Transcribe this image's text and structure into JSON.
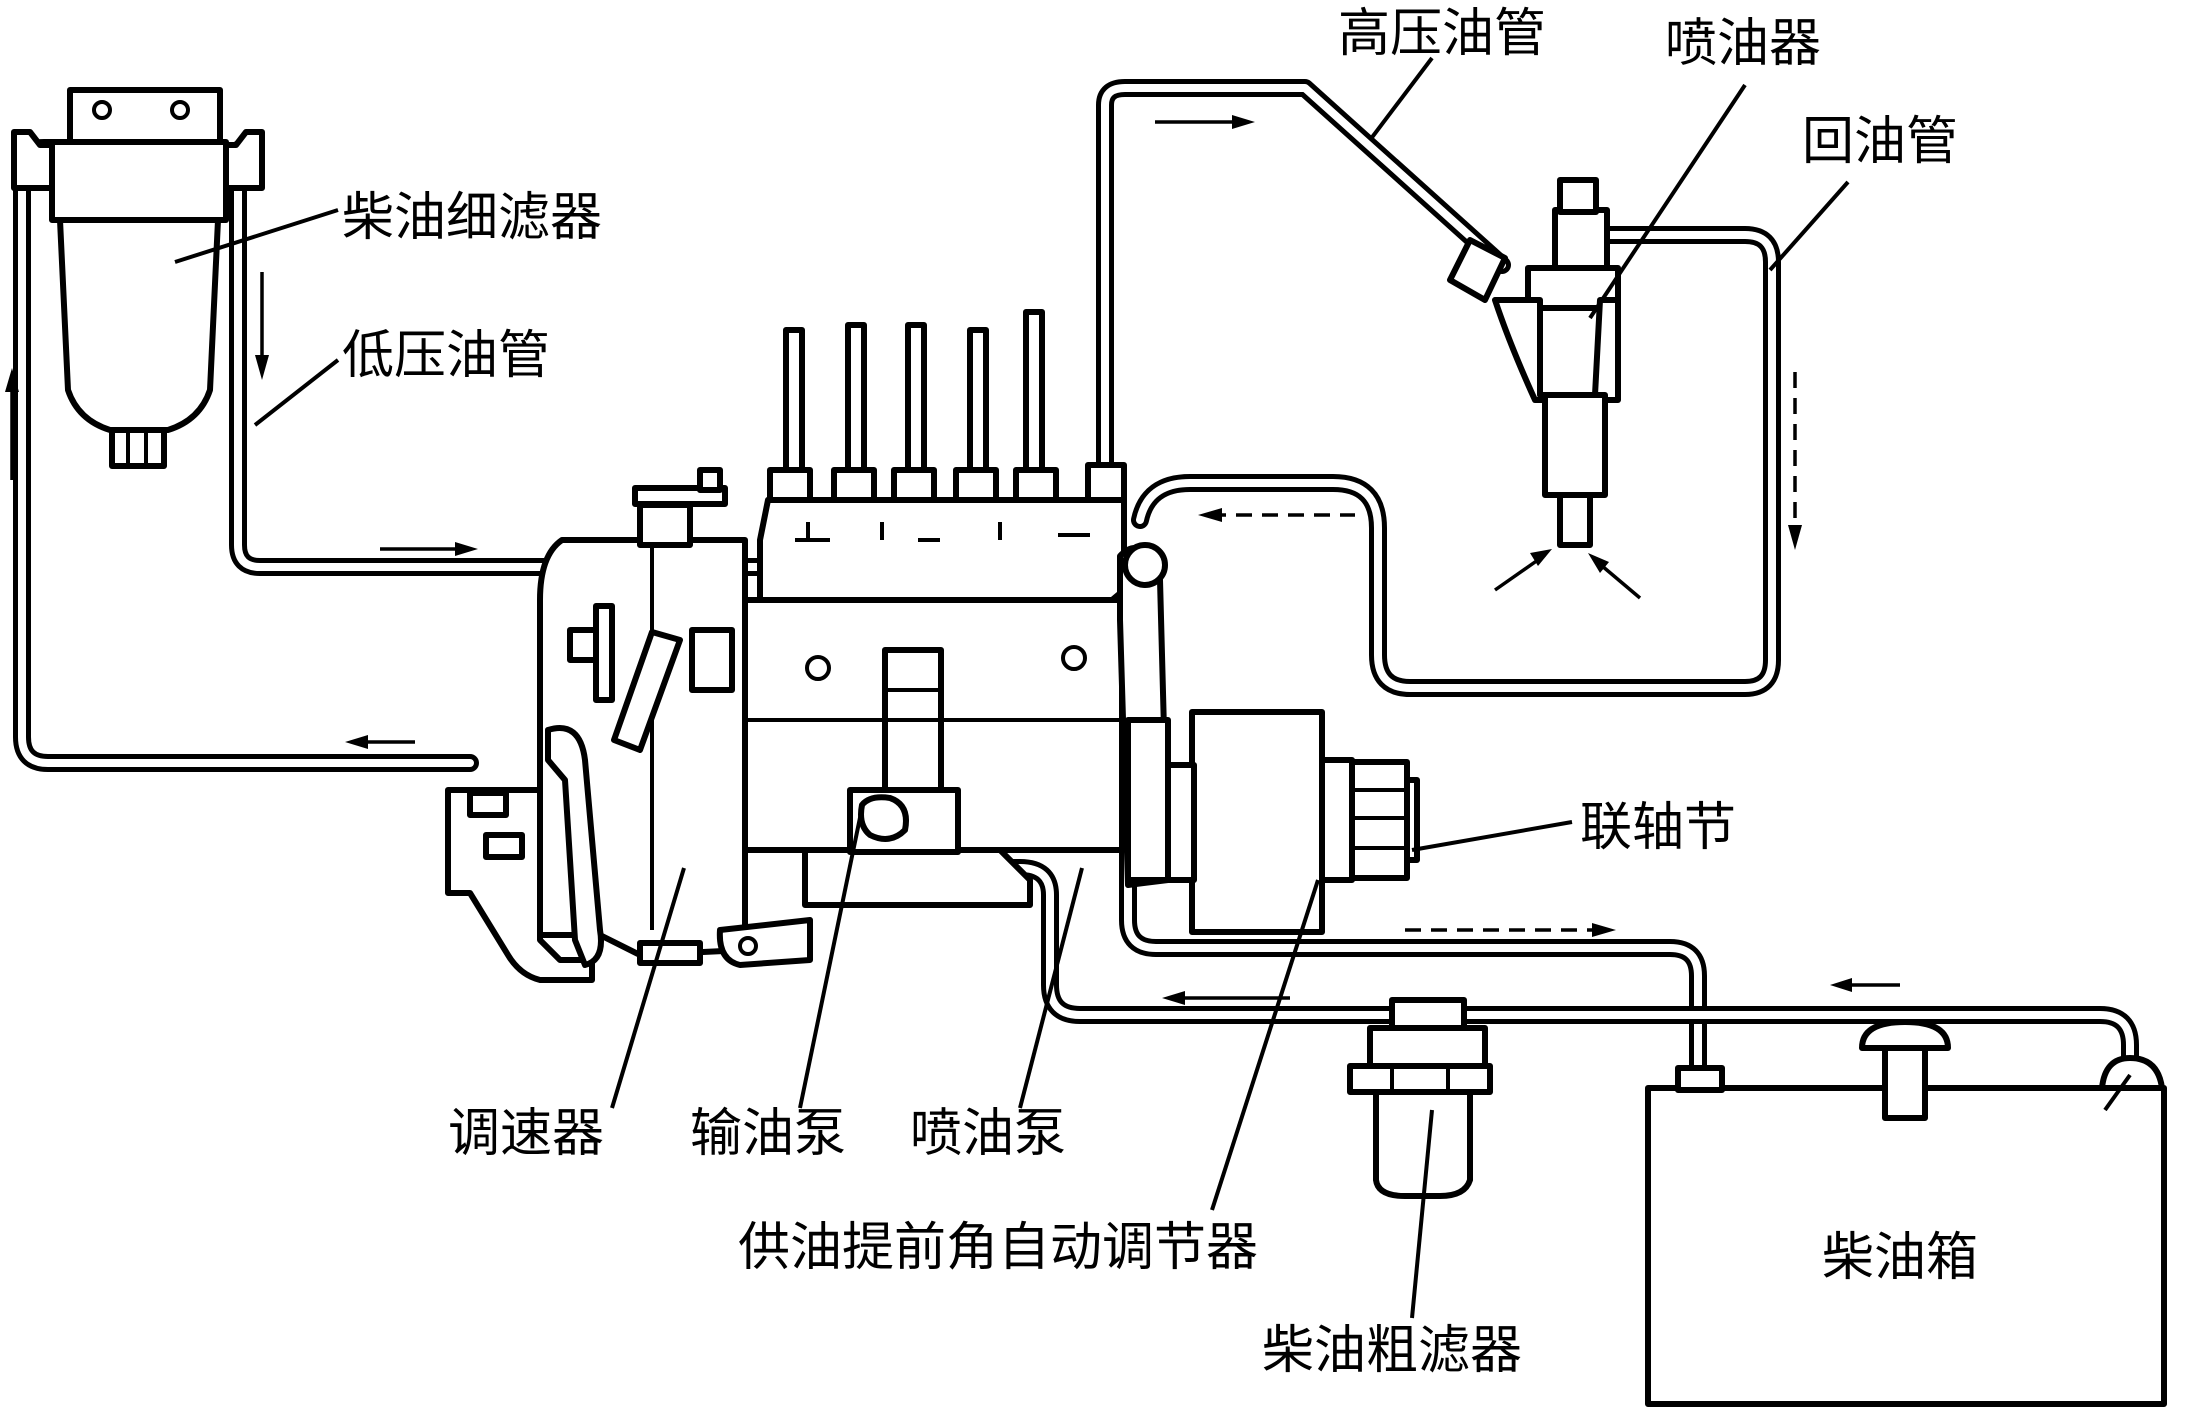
{
  "labels": {
    "fine_filter": "柴油细滤器",
    "low_pressure_pipe": "低压油管",
    "high_pressure_pipe": "高压油管",
    "injector": "喷油器",
    "return_pipe": "回油管",
    "coupling": "联轴节",
    "governor": "调速器",
    "transfer_pump": "输油泵",
    "injection_pump": "喷油泵",
    "timing_advance": "供油提前角自动调节器",
    "coarse_filter": "柴油粗滤器",
    "fuel_tank": "柴油箱"
  }
}
